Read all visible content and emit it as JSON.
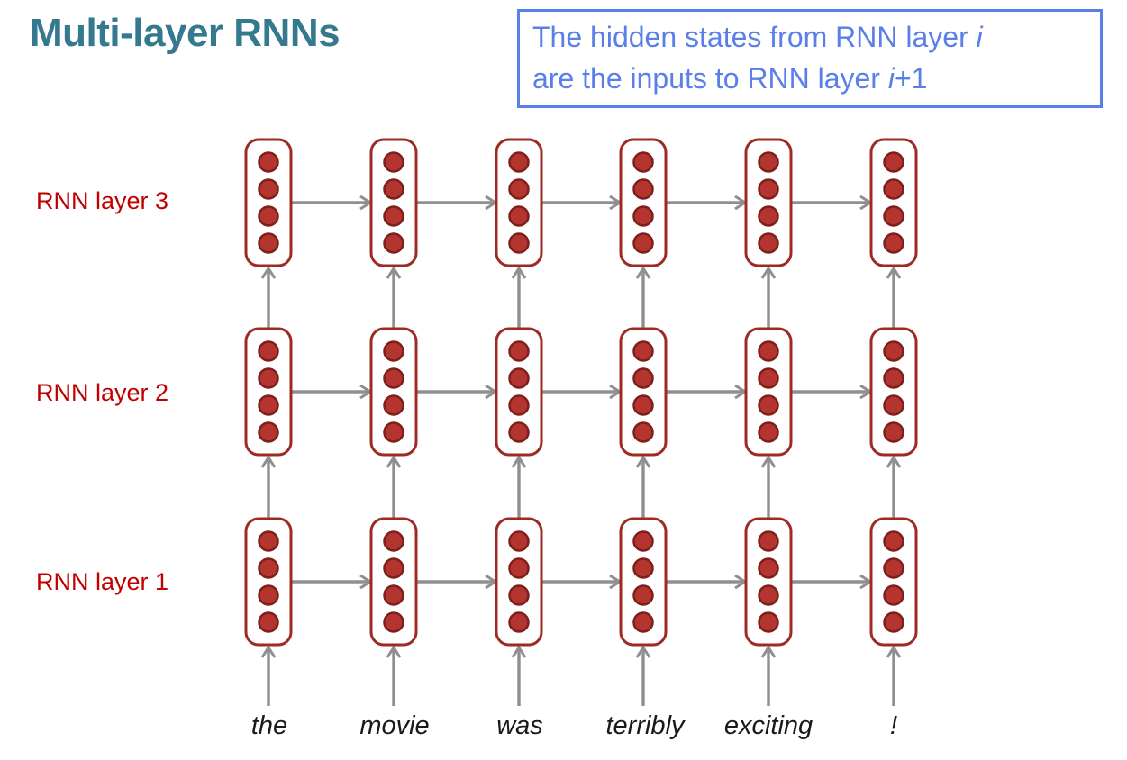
{
  "title": "Multi-layer RNNs",
  "note": {
    "line1_text": "The hidden states from RNN layer ",
    "line1_var": "i",
    "line2_text": "are the inputs to RNN layer ",
    "line2_var": "i",
    "line2_suffix": "+1"
  },
  "layer_labels": [
    "RNN layer 3",
    "RNN layer 2",
    "RNN layer 1"
  ],
  "words": [
    "the",
    "movie",
    "was",
    "terribly",
    "exciting",
    "!"
  ],
  "diagram": {
    "num_layers": 3,
    "num_timesteps": 6,
    "hidden_units_per_cell": 4,
    "colors": {
      "title": "#35798F",
      "note": "#5B7FE8",
      "note_border": "#5B7FE8",
      "layer_label": "#C00000",
      "cell_border": "#9E2B23",
      "cell_fill": "#FFFFFF",
      "unit_fill": "#B43430",
      "unit_stroke": "#7E1F1A",
      "arrow": "#8F8F8F",
      "word": "#1A1A1A"
    }
  }
}
